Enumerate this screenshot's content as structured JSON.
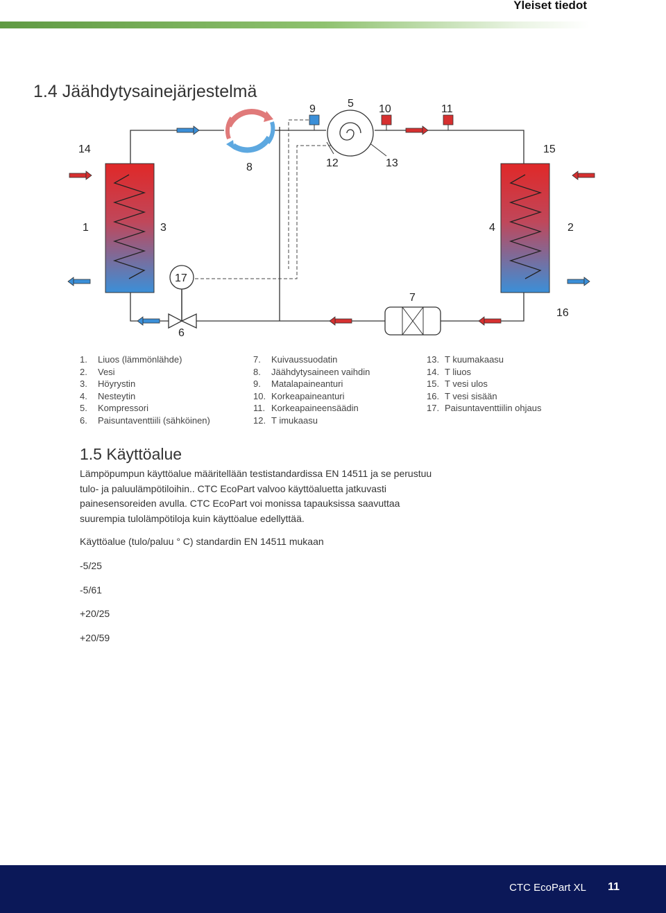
{
  "header": {
    "title": "Yleiset tiedot"
  },
  "section_1_4": {
    "title": "1.4 Jäähdytysainejärjestelmä",
    "diagram_numbers": {
      "n1": "1",
      "n2": "2",
      "n3": "3",
      "n4": "4",
      "n5": "5",
      "n6": "6",
      "n7": "7",
      "n8": "8",
      "n9": "9",
      "n10": "10",
      "n11": "11",
      "n12": "12",
      "n13": "13",
      "n14": "14",
      "n15": "15",
      "n16": "16",
      "n17": "17"
    },
    "legend": [
      [
        {
          "num": "1.",
          "text": "Liuos (lämmönlähde)"
        },
        {
          "num": "2.",
          "text": "Vesi"
        },
        {
          "num": "3.",
          "text": "Höyrystin"
        },
        {
          "num": "4.",
          "text": "Nesteytin"
        },
        {
          "num": "5.",
          "text": "Kompressori"
        },
        {
          "num": "6.",
          "text": "Paisuntaventtiili (sähköinen)"
        }
      ],
      [
        {
          "num": "7.",
          "text": "Kuivaussuodatin"
        },
        {
          "num": "8.",
          "text": "Jäähdytysaineen vaihdin"
        },
        {
          "num": "9.",
          "text": "Matalapaineanturi"
        },
        {
          "num": "10.",
          "text": "Korkeapaineanturi"
        },
        {
          "num": "11.",
          "text": "Korkeapaineensäädin"
        },
        {
          "num": "12.",
          "text": "T imukaasu"
        }
      ],
      [
        {
          "num": "13.",
          "text": "T kuumakaasu"
        },
        {
          "num": "14.",
          "text": "T liuos"
        },
        {
          "num": "15.",
          "text": "T vesi ulos"
        },
        {
          "num": "16.",
          "text": "T vesi sisään"
        },
        {
          "num": "17.",
          "text": "Paisuntaventtiilin ohjaus"
        }
      ]
    ]
  },
  "section_1_5": {
    "title": "1.5 Käyttöalue",
    "paragraph": "Lämpöpumpun käyttöalue määritellään testistandardissa EN 14511 ja se perustuu tulo- ja paluulämpötiloihin.. CTC EcoPart valvoo käyttöaluetta jatkuvasti painesensoreiden avulla. CTC EcoPart voi monissa tapauksissa saavuttaa suurempia tulolämpötiloja kuin käyttöalue edellyttää.",
    "range_title": "Käyttöalue (tulo/paluu ° C) standardin EN 14511 mukaan",
    "ranges": [
      "-5/25",
      "-5/61",
      "+20/25",
      "+20/59"
    ]
  },
  "footer": {
    "product": "CTC EcoPart XL",
    "page": "11"
  },
  "colors": {
    "footer_bg": "#0b1858",
    "header_bar": "#6aa84f",
    "hot": "#e03030",
    "cold": "#3b8fd8"
  }
}
